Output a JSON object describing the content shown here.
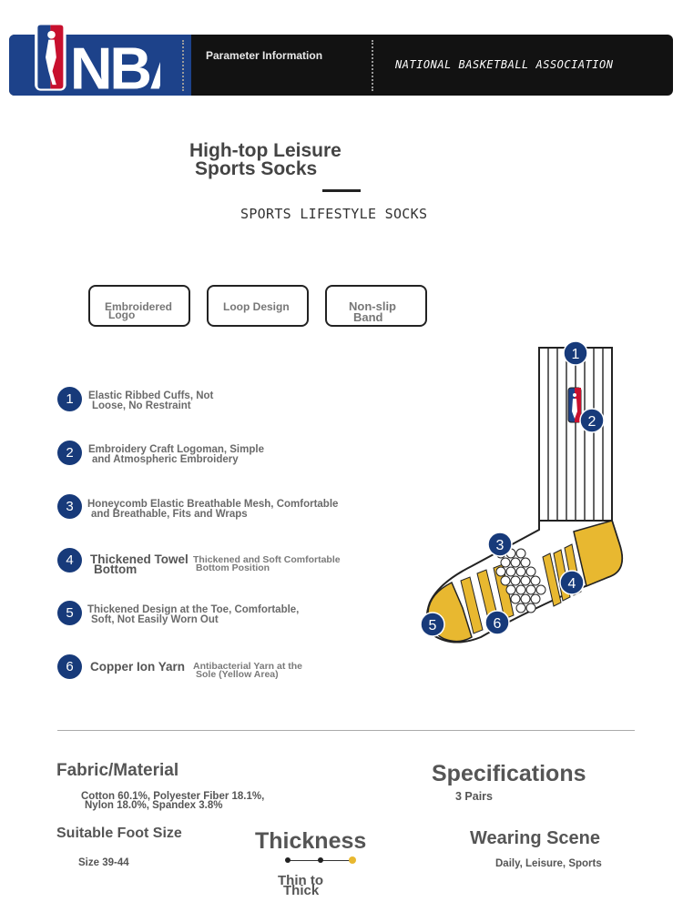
{
  "header": {
    "logo_text": "NBA",
    "param_label": "Parameter Information",
    "association": "NATIONAL BASKETBALL ASSOCIATION"
  },
  "product": {
    "title_line1": "High-top Leisure",
    "title_line2": "Sports Socks",
    "subtitle": "SPORTS LIFESTYLE SOCKS"
  },
  "tags": [
    {
      "line1": "Embroidered",
      "line2": "Logo"
    },
    {
      "line1": "Loop Design",
      "line2": ""
    },
    {
      "line1": "Non-slip",
      "line2": "Band"
    }
  ],
  "features": [
    {
      "num": "1",
      "line1": "Elastic Ribbed Cuffs, Not",
      "line2": "Loose, No Restraint"
    },
    {
      "num": "2",
      "line1": "Embroidery Craft Logoman, Simple",
      "line2": "and Atmospheric Embroidery"
    },
    {
      "num": "3",
      "line1": "Honeycomb Elastic Breathable Mesh, Comfortable",
      "line2": "and Breathable, Fits and Wraps"
    },
    {
      "num": "4",
      "main1": "Thickened Towel",
      "main2": "Bottom",
      "side1": "Thickened and Soft Comfortable",
      "side2": "Bottom Position"
    },
    {
      "num": "5",
      "line1": "Thickened Design at the Toe, Comfortable,",
      "line2": "Soft, Not Easily Worn Out"
    },
    {
      "num": "6",
      "main1": "Copper Ion Yarn",
      "side1": "Antibacterial Yarn at the",
      "side2": "Sole (Yellow Area)"
    }
  ],
  "specs": {
    "fabric_title": "Fabric/Material",
    "fabric_line1": "Cotton 60.1%, Polyester Fiber 18.1%,",
    "fabric_line2": "Nylon 18.0%, Spandex 3.8%",
    "spec_title": "Specifications",
    "spec_value": "3 Pairs",
    "foot_title": "Suitable Foot Size",
    "foot_value": "Size 39-44",
    "thick_title": "Thickness",
    "thick_value_line1": "Thin to",
    "thick_value_line2": "Thick",
    "scene_title": "Wearing Scene",
    "scene_value": "Daily, Leisure, Sports"
  },
  "colors": {
    "nba_blue": "#1d428a",
    "nba_red": "#c8102e",
    "sock_yellow": "#e8b830",
    "badge_blue": "#173a7a"
  }
}
